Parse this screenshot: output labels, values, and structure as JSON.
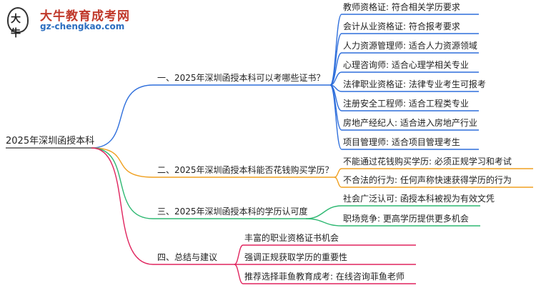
{
  "logo": {
    "mark": "大牛",
    "title": "大牛教育成考网",
    "url": "gz-chengkao.com"
  },
  "mindmap": {
    "root": "2025年深圳函授本科",
    "branches": [
      {
        "label": "一、2025年深圳函授本科可以考哪些证书？",
        "color": "#2f6fdc",
        "children": [
          "教师资格证: 符合相关学历要求",
          "会计从业资格证: 符合报考要求",
          "人力资源管理师: 适合人力资源领域",
          "心理咨询师: 适合心理学相关专业",
          "法律职业资格证: 法律专业考生可报考",
          "注册安全工程师: 适合工程类专业",
          "房地产经纪人: 适合进入房地产行业",
          "项目管理师: 适合项目管理考生"
        ]
      },
      {
        "label": "二、2025年深圳函授本科能否花钱购买学历？",
        "color": "#f0a020",
        "children": [
          "不能通过花钱购买学历: 必须正规学习和考试",
          "不合法的行为: 任何声称快速获得学历的行为"
        ]
      },
      {
        "label": "三、2025年深圳函授本科的学历认可度",
        "color": "#2eb872",
        "children": [
          "社会广泛认可: 函授本科被视为有效文凭",
          "职场竞争: 更高学历提供更多机会"
        ]
      },
      {
        "label": "四、总结与建议",
        "color": "#e0245e",
        "children": [
          "丰富的职业资格证书机会",
          "强调正规获取学历的重要性",
          "推荐选择菲鱼教育成考: 在线咨询菲鱼老师"
        ]
      }
    ]
  }
}
